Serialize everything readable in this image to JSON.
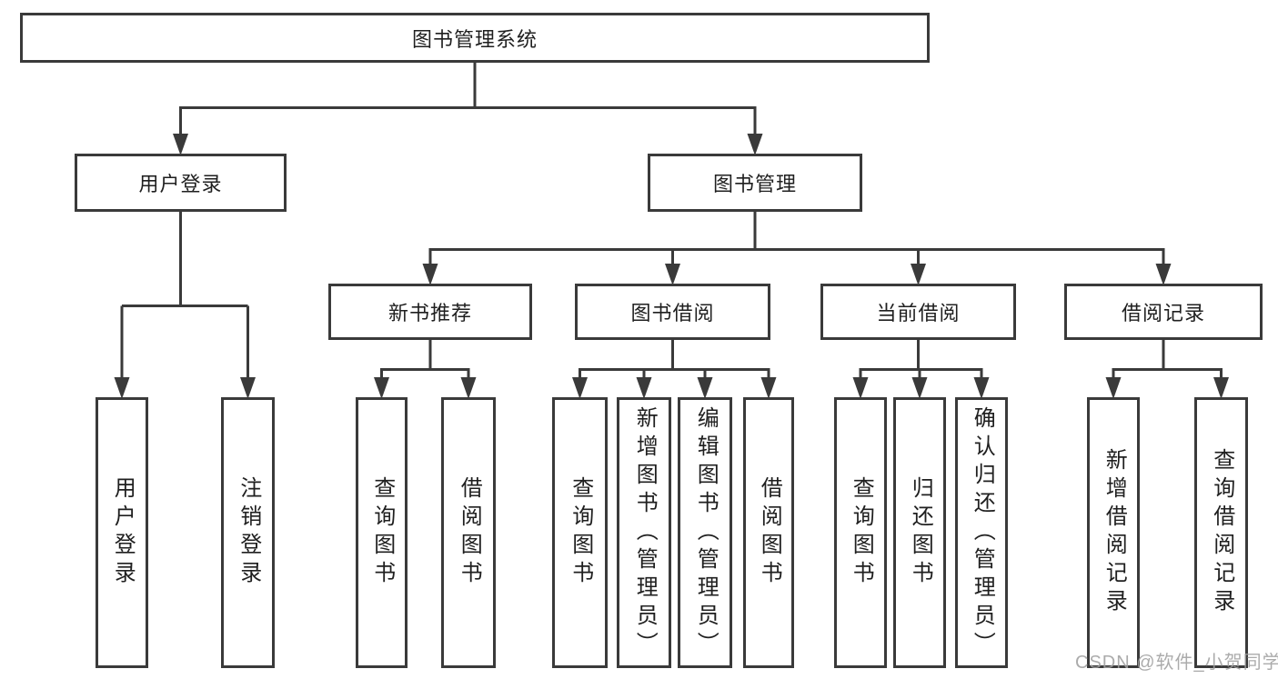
{
  "nodes": {
    "root": "图书管理系统",
    "level2": {
      "user_login": "用户登录",
      "book_management": "图书管理"
    },
    "level3": {
      "new_book_recommend": "新书推荐",
      "book_borrowing": "图书借阅",
      "current_borrowing": "当前借阅",
      "borrowing_records": "借阅记录"
    },
    "leaves": {
      "user_login": "用户登录",
      "logout": "注销登录",
      "nb_query_books": "查询图书",
      "nb_borrow_books": "借阅图书",
      "bb_query_books": "查询图书",
      "bb_add_books_admin": "新增图书（管理员）",
      "bb_edit_books_admin": "编辑图书（管理员）",
      "bb_borrow_books": "借阅图书",
      "cb_query_books": "查询图书",
      "cb_return_books": "归还图书",
      "cb_confirm_return_admin": "确认归还（管理员）",
      "br_add_record": "新增借阅记录",
      "br_query_record": "查询借阅记录"
    }
  },
  "watermark": "CSDN @软件_小贺同学",
  "colors": {
    "line": "#3a3a3a",
    "text": "#1f1f1f",
    "box_background": "#ffffff",
    "page_background": "#ffffff",
    "watermark": "#a0a0a0"
  }
}
